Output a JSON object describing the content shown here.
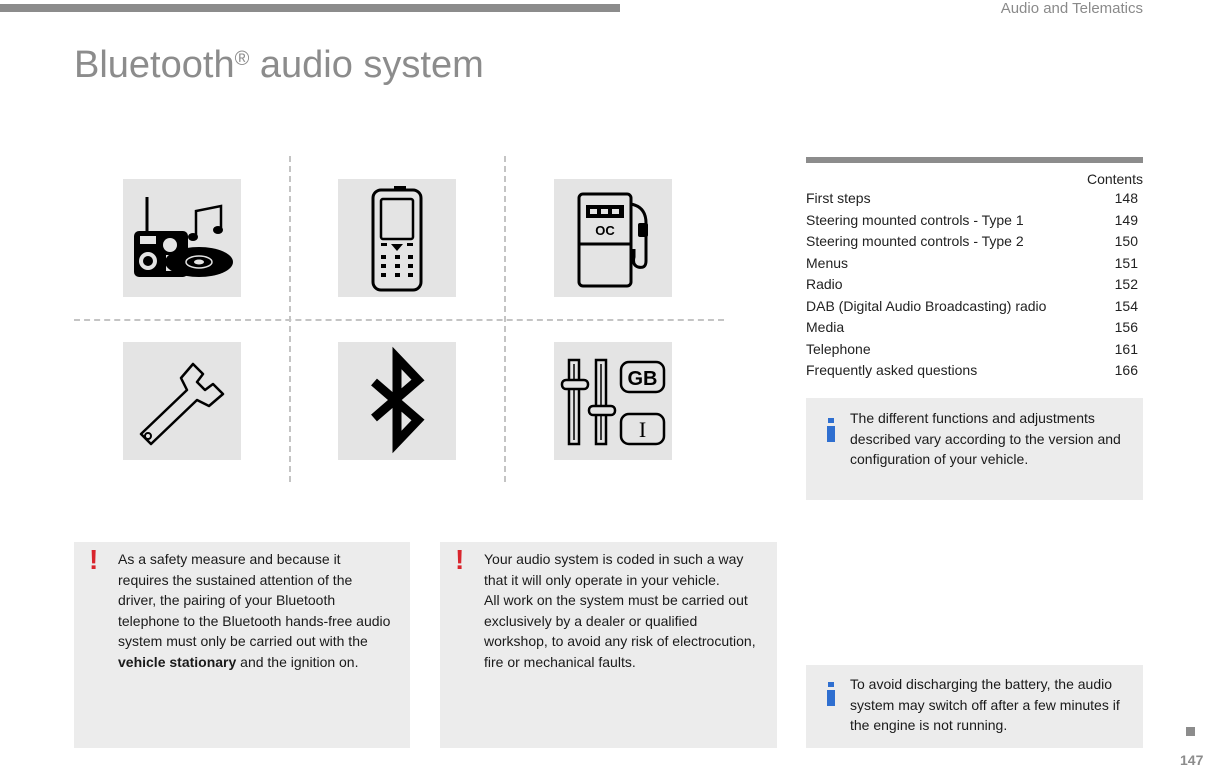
{
  "header": {
    "section": "Audio and Telematics",
    "title": "Bluetooth",
    "title_mark": "®",
    "title_rest": " audio system"
  },
  "icons": [
    {
      "name": "radio-music-icon"
    },
    {
      "name": "mobile-phone-icon"
    },
    {
      "name": "fuel-pump-icon"
    },
    {
      "name": "spanner-icon"
    },
    {
      "name": "bluetooth-icon"
    },
    {
      "name": "language-sliders-icon",
      "labels": [
        "GB",
        "I"
      ]
    }
  ],
  "fuel_pump_label": "OC",
  "contents": {
    "heading": "Contents",
    "items": [
      {
        "label": "First steps",
        "page": "148"
      },
      {
        "label": "Steering mounted controls - Type 1",
        "page": "149"
      },
      {
        "label": "Steering mounted controls - Type 2",
        "page": "150"
      },
      {
        "label": "Menus",
        "page": "151"
      },
      {
        "label": "Radio",
        "page": "152"
      },
      {
        "label": "DAB (Digital Audio Broadcasting) radio",
        "page": "154"
      },
      {
        "label": "Media",
        "page": "156"
      },
      {
        "label": "Telephone",
        "page": "161"
      },
      {
        "label": "Frequently asked questions",
        "page": "166"
      }
    ]
  },
  "info_notes": {
    "version": "The different functions and adjustments described vary according to the version and configuration of your vehicle.",
    "battery": "To avoid discharging the battery, the audio system may switch off after a few minutes if the engine is not running."
  },
  "warnings": {
    "safety_before": "As a safety measure and because it requires the sustained attention of the driver, the pairing of your Bluetooth telephone to the Bluetooth hands-free audio system must only be carried out with the ",
    "safety_bold": "vehicle stationary",
    "safety_after": " and the ignition on.",
    "coded_1": "Your audio system is coded in such a way that it will only operate in your vehicle.",
    "coded_2": "All work on the system must be carried out exclusively by a dealer or qualified workshop, to avoid any risk of electrocution, fire or mechanical faults.",
    "mark": "!"
  },
  "footer": {
    "page_number": "147"
  },
  "colors": {
    "accent_grey": "#8c8c8c",
    "warning_red": "#d9252d",
    "info_blue": "#2f6fd0",
    "note_bg": "#ececec",
    "tile_bg": "#e4e4e4"
  }
}
